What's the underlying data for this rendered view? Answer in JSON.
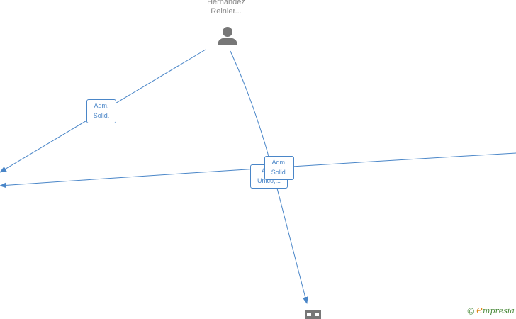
{
  "person": {
    "line1": "Hernandez",
    "line2": "Reinier..."
  },
  "edges": [
    {
      "line1": "Adm.",
      "line2": "Solid."
    },
    {
      "line1": "Adm.",
      "line2": "Solid."
    },
    {
      "line1": "Adm.",
      "line2": "Unico,..."
    }
  ],
  "brand": {
    "copyright": "©",
    "initial": "e",
    "name": "mpresia"
  },
  "colors": {
    "edge": "#4a86c8",
    "node_icon": "#777777",
    "brand_green": "#4a8a3a",
    "brand_orange": "#e08a1a"
  }
}
